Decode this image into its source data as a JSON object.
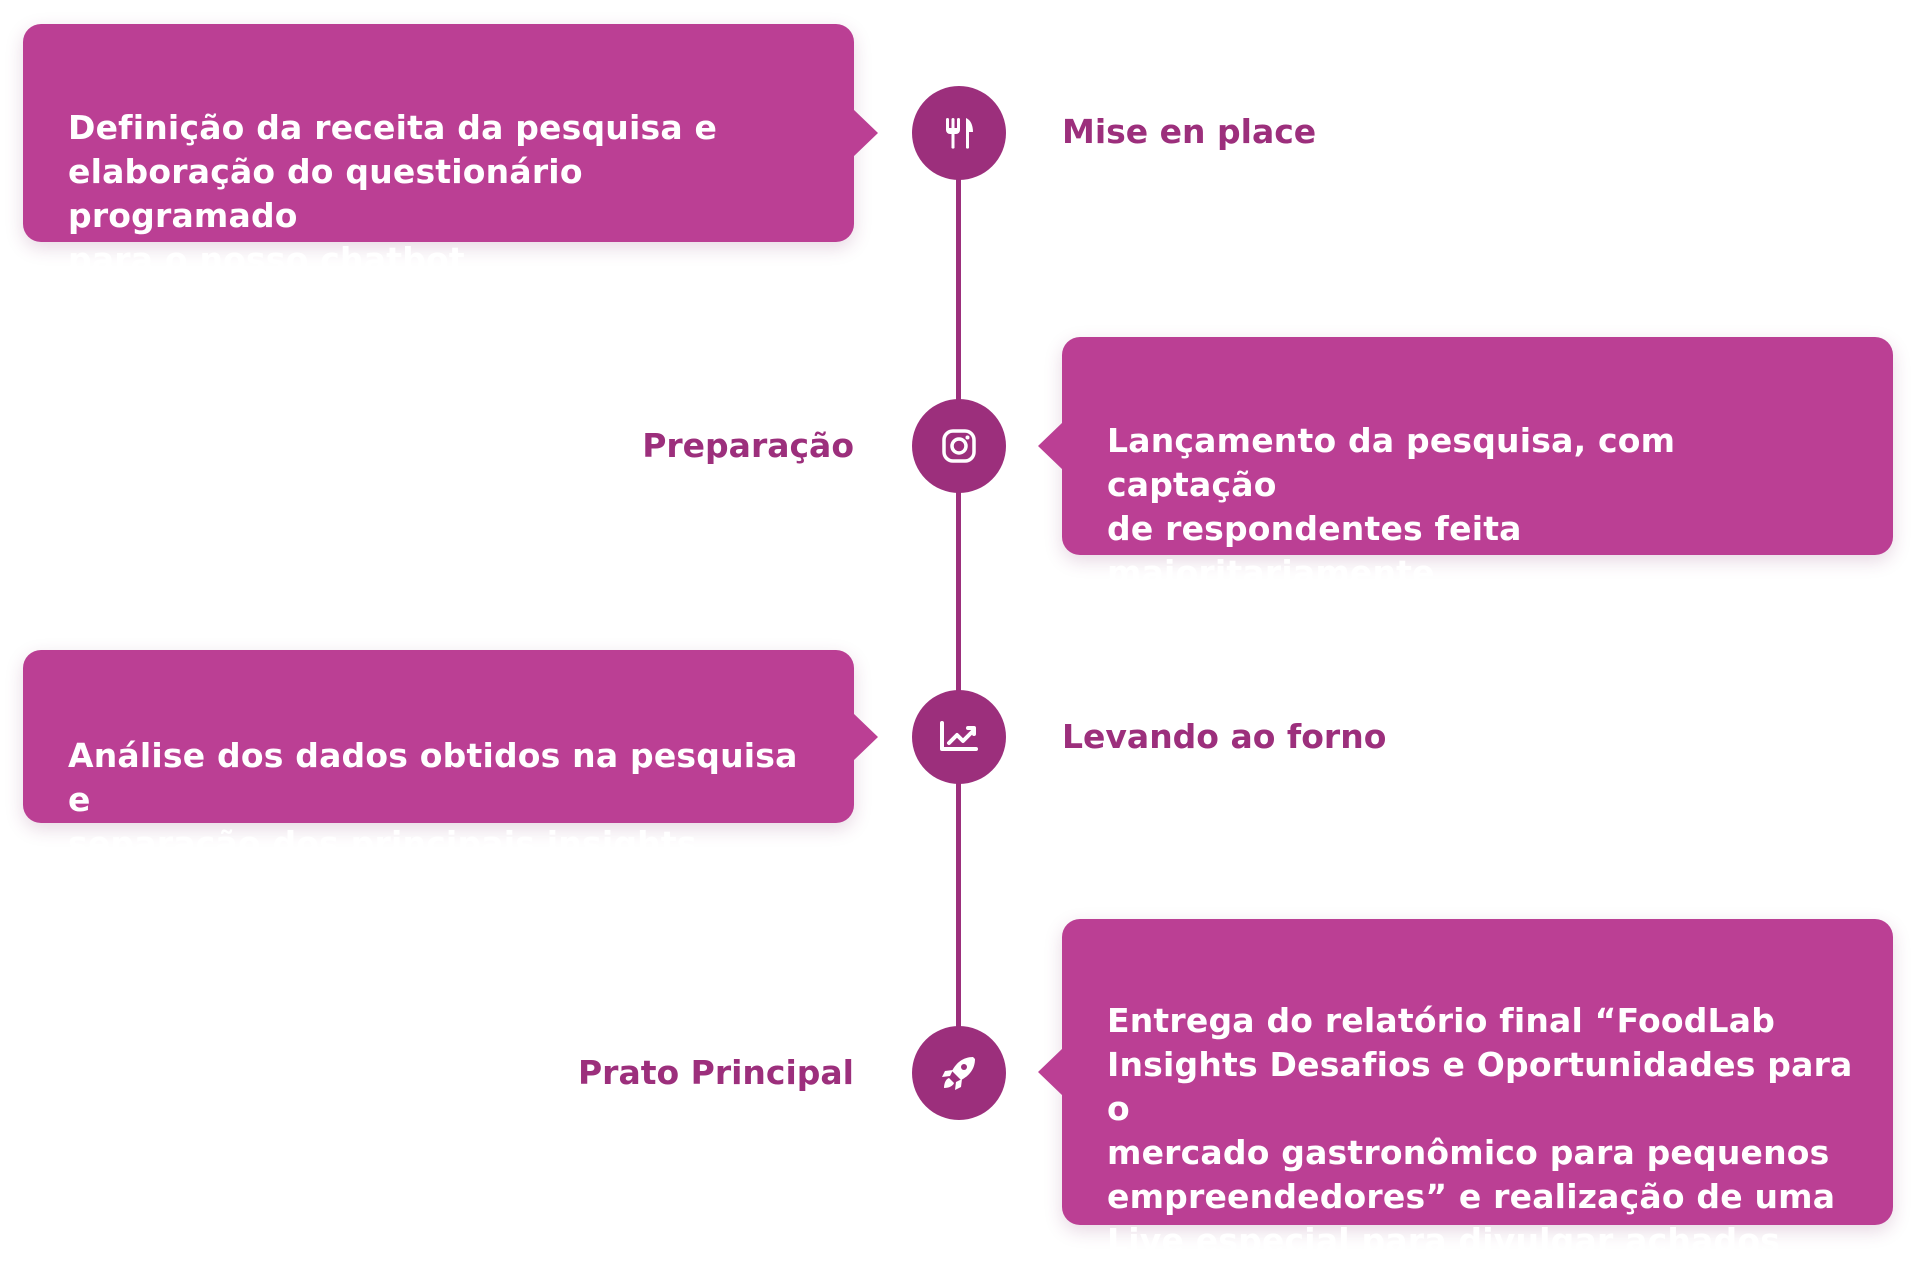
{
  "colors": {
    "card": "#bb3f94",
    "node": "#9c2f7c",
    "label": "#9c2f7c",
    "card_text": "#ffffff"
  },
  "steps": [
    {
      "label": "Mise en place",
      "icon": "utensils-icon",
      "description": "Definição da receita da pesquisa e\nelaboração do questionário programado\npara o nosso chatbot"
    },
    {
      "label": "Preparação",
      "icon": "instagram-icon",
      "description": "Lançamento da pesquisa, com captação\nde respondentes feita majoritariamente\nvia Instagram Stories"
    },
    {
      "label": "Levando ao forno",
      "icon": "line-chart-icon",
      "description": "Análise dos dados obtidos na pesquisa e\nseparação dos principais insights gerados"
    },
    {
      "label": "Prato Principal",
      "icon": "rocket-icon",
      "description": "Entrega do relatório final “FoodLab\nInsights Desafios e Oportunidades para o\nmercado gastronômico para pequenos\nempreendedores” e realização de uma\nLive especial para divulgar achados"
    }
  ]
}
